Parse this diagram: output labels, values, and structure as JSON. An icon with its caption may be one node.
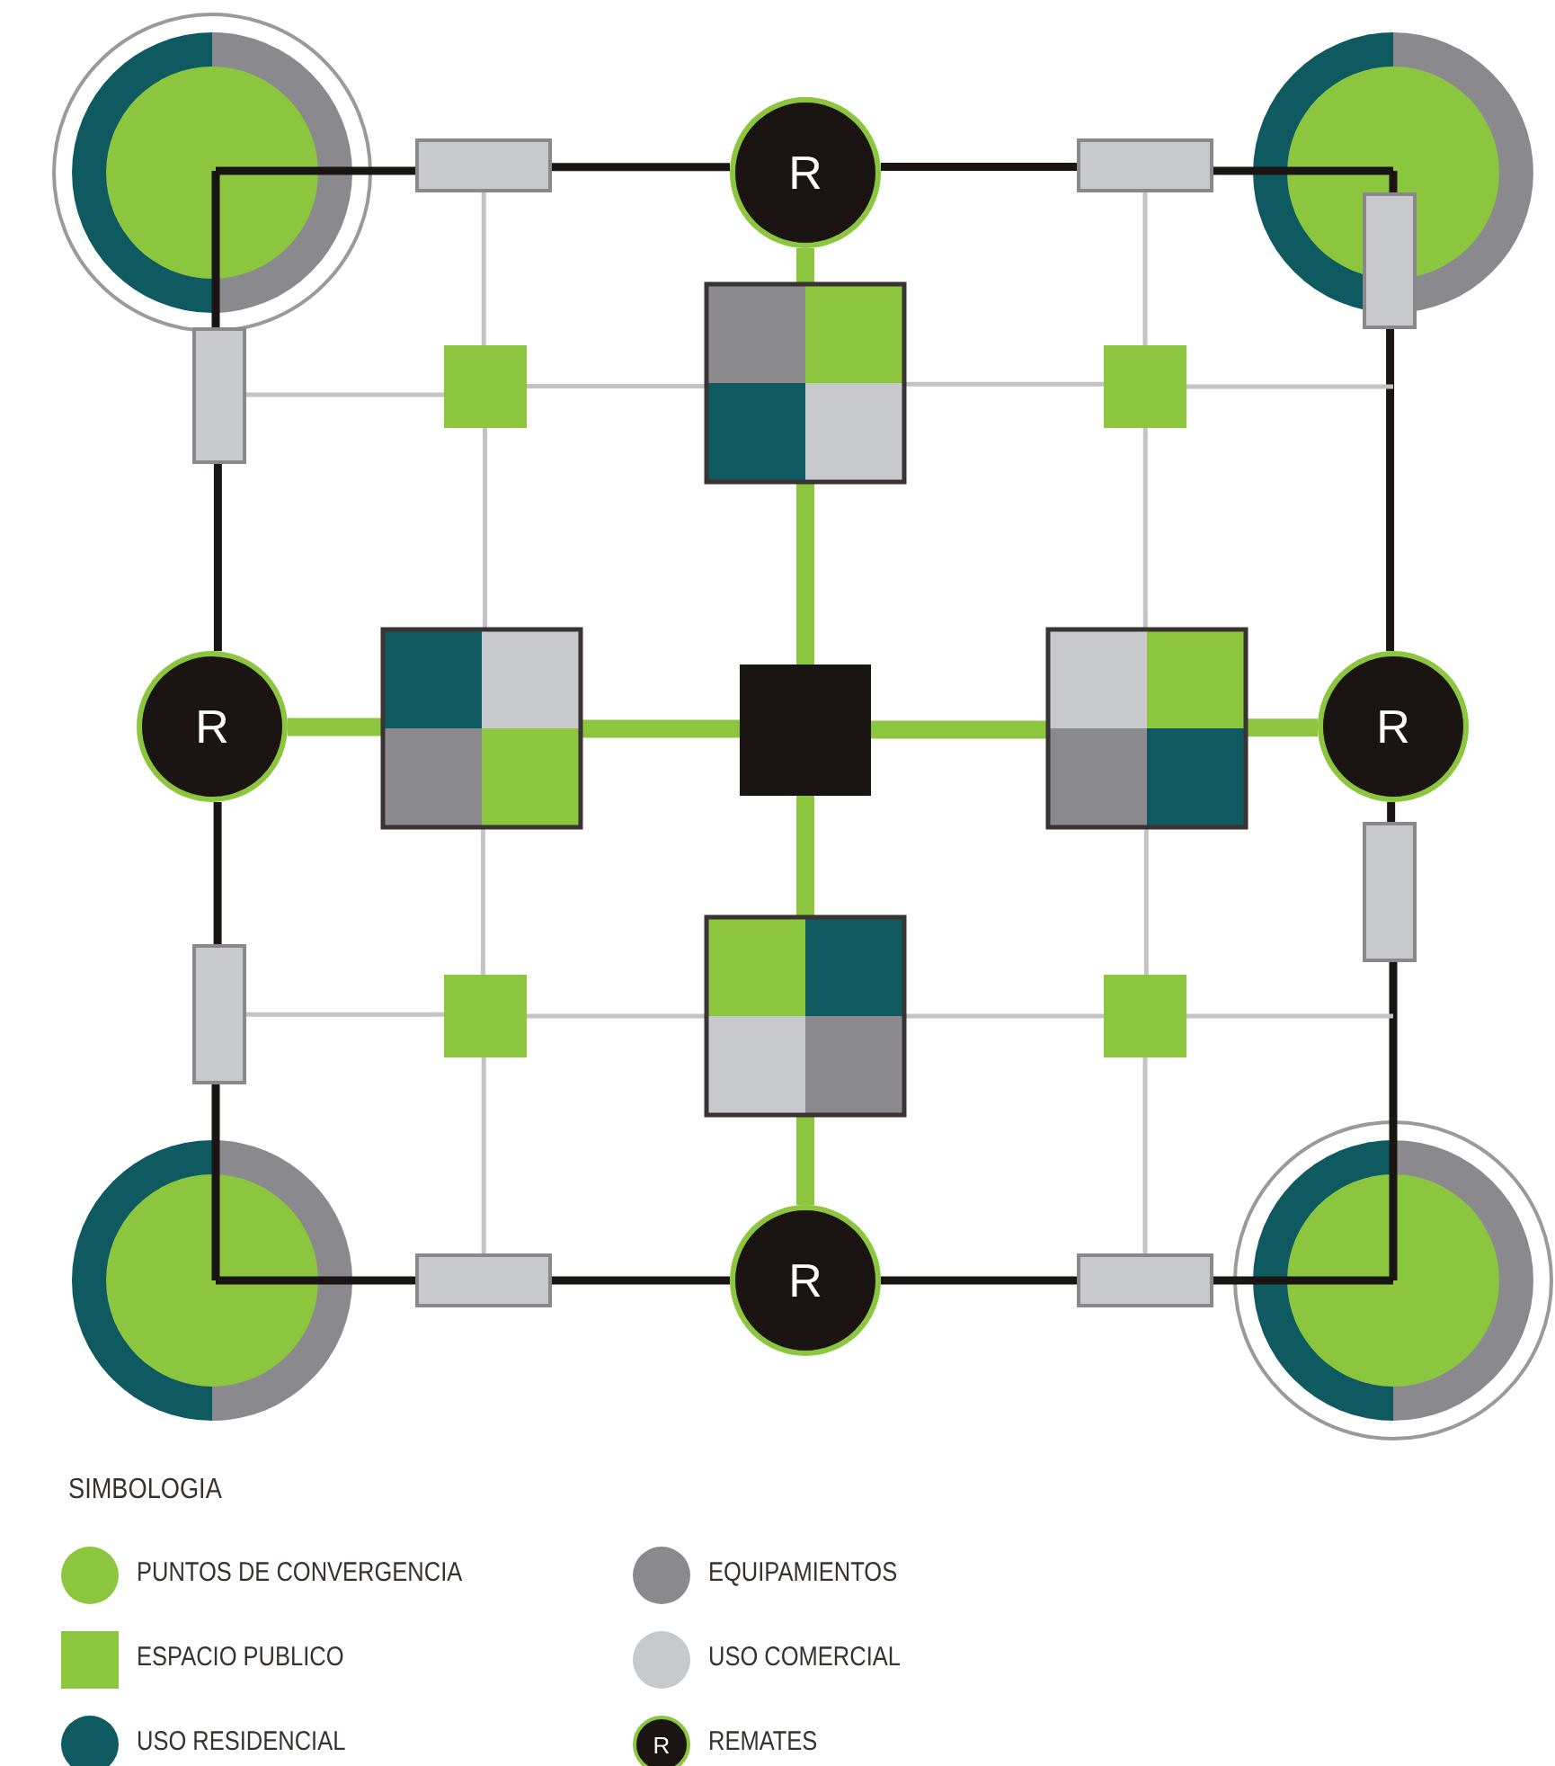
{
  "diagram": {
    "nodes": [
      {
        "text": [],
        "shape": "circle"
      },
      {
        "text": [],
        "shape": "bar"
      },
      {
        "text": [
          "R"
        ]
      },
      {
        "text": [],
        "shape": "bar"
      },
      {
        "text": [],
        "shape": "circle"
      },
      {
        "text": [],
        "shape": "bar"
      },
      {
        "text": [],
        "shape": "bar"
      },
      {
        "text": [],
        "shape": "box"
      },
      {
        "text": [],
        "shape": "box"
      },
      {
        "text": [],
        "shape": "box"
      },
      {
        "text": [
          "R"
        ]
      },
      {
        "text": [],
        "shape": "box"
      },
      {
        "text": [],
        "shape": "box"
      },
      {
        "text": [],
        "shape": "box"
      },
      {
        "text": [
          "R"
        ]
      },
      {
        "text": [],
        "shape": "bar"
      },
      {
        "text": [],
        "shape": "bar"
      },
      {
        "text": [],
        "shape": "box"
      },
      {
        "text": [],
        "shape": "box"
      },
      {
        "text": [],
        "shape": "box"
      },
      {
        "text": [],
        "shape": "circle"
      },
      {
        "text": [],
        "shape": "bar"
      },
      {
        "text": [
          "R"
        ]
      },
      {
        "text": [],
        "shape": "bar"
      },
      {
        "text": [],
        "shape": "circle"
      }
    ],
    "edges": [
      {
        "from": 0,
        "to": 1,
        "arrow": "none"
      },
      {
        "from": 1,
        "to": 2,
        "arrow": "none"
      },
      {
        "from": 2,
        "to": 3,
        "arrow": "none"
      },
      {
        "from": 3,
        "to": 4,
        "arrow": "none"
      },
      {
        "from": 4,
        "to": 5,
        "arrow": "none"
      },
      {
        "from": 5,
        "to": 14,
        "arrow": "none"
      },
      {
        "from": 14,
        "to": 15,
        "arrow": "none"
      },
      {
        "from": 15,
        "to": 24,
        "arrow": "none"
      },
      {
        "from": 24,
        "to": 23,
        "arrow": "none"
      },
      {
        "from": 23,
        "to": 22,
        "arrow": "none"
      },
      {
        "from": 22,
        "to": 21,
        "arrow": "none"
      },
      {
        "from": 21,
        "to": 20,
        "arrow": "none"
      },
      {
        "from": 20,
        "to": 16,
        "arrow": "none"
      },
      {
        "from": 16,
        "to": 10,
        "arrow": "none"
      },
      {
        "from": 10,
        "to": 6,
        "arrow": "none"
      },
      {
        "from": 6,
        "to": 0,
        "arrow": "none"
      },
      {
        "from": 2,
        "to": 8,
        "arrow": "none",
        "style": "thick",
        "color": "#8cc63f"
      },
      {
        "from": 8,
        "to": 12,
        "arrow": "none",
        "style": "thick",
        "color": "#8cc63f"
      },
      {
        "from": 12,
        "to": 18,
        "arrow": "none",
        "style": "thick",
        "color": "#8cc63f"
      },
      {
        "from": 18,
        "to": 22,
        "arrow": "none",
        "style": "thick",
        "color": "#8cc63f"
      },
      {
        "from": 10,
        "to": 11,
        "arrow": "none",
        "style": "thick",
        "color": "#8cc63f"
      },
      {
        "from": 11,
        "to": 12,
        "arrow": "none",
        "style": "thick",
        "color": "#8cc63f"
      },
      {
        "from": 12,
        "to": 13,
        "arrow": "none",
        "style": "thick",
        "color": "#8cc63f"
      },
      {
        "from": 13,
        "to": 14,
        "arrow": "none",
        "style": "thick",
        "color": "#8cc63f"
      },
      {
        "from": 1,
        "to": 7,
        "arrow": "none",
        "color": "#c4c4c6"
      },
      {
        "from": 7,
        "to": 11,
        "arrow": "none",
        "color": "#c4c4c6"
      },
      {
        "from": 11,
        "to": 17,
        "arrow": "none",
        "color": "#c4c4c6"
      },
      {
        "from": 17,
        "to": 21,
        "arrow": "none",
        "color": "#c4c4c6"
      },
      {
        "from": 3,
        "to": 9,
        "arrow": "none",
        "color": "#c4c4c6"
      },
      {
        "from": 9,
        "to": 13,
        "arrow": "none",
        "color": "#c4c4c6"
      },
      {
        "from": 13,
        "to": 19,
        "arrow": "none",
        "color": "#c4c4c6"
      },
      {
        "from": 19,
        "to": 23,
        "arrow": "none",
        "color": "#c4c4c6"
      },
      {
        "from": 6,
        "to": 7,
        "arrow": "none",
        "color": "#c4c4c6"
      },
      {
        "from": 7,
        "to": 8,
        "arrow": "none",
        "color": "#c4c4c6"
      },
      {
        "from": 8,
        "to": 9,
        "arrow": "none",
        "color": "#c4c4c6"
      },
      {
        "from": 9,
        "to": null,
        "arrow": "none",
        "color": "#c4c4c6"
      },
      {
        "from": 16,
        "to": 17,
        "arrow": "none",
        "color": "#c4c4c6"
      },
      {
        "from": 17,
        "to": 18,
        "arrow": "none",
        "color": "#c4c4c6"
      },
      {
        "from": 18,
        "to": 19,
        "arrow": "none",
        "color": "#c4c4c6"
      },
      {
        "from": 19,
        "to": null,
        "arrow": "none",
        "color": "#c4c4c6"
      }
    ],
    "labels": [
      "SIMBOLOGIA",
      "R"
    ],
    "legend": [
      {
        "text": "PUNTOS DE CONVERGENCIA",
        "color": "#8cc63f"
      },
      {
        "text": "EQUIPAMIENTOS",
        "color": "#8a898e"
      },
      {
        "text": "ESPACIO PUBLICO",
        "color": "#8cc63f"
      },
      {
        "text": "USO COMERCIAL",
        "color": "#c8c9cd"
      },
      {
        "text": "USO RESIDENCIAL",
        "color": "#0f5a60"
      },
      {
        "text": "REMATES"
      }
    ]
  }
}
